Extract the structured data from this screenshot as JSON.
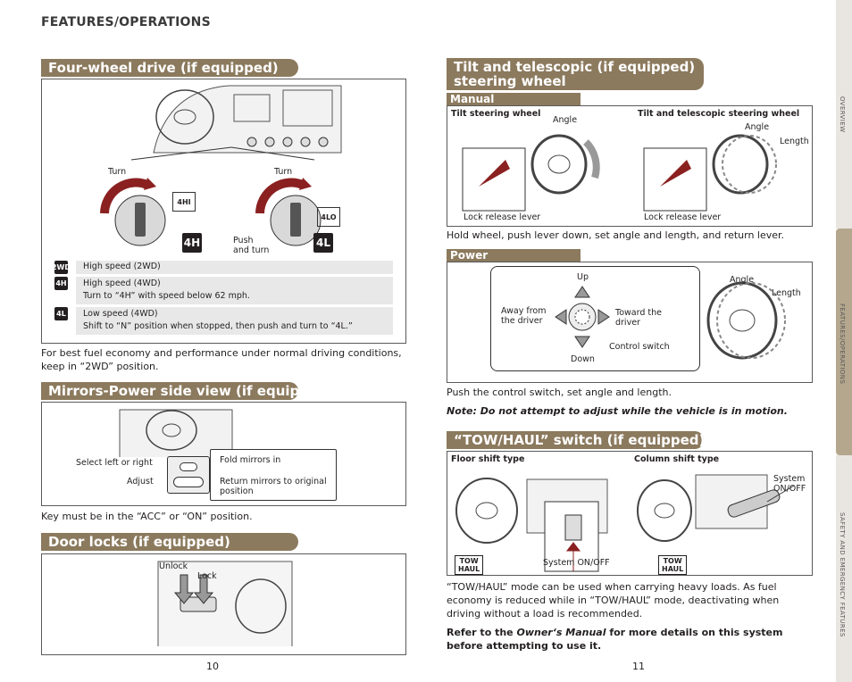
{
  "header": {
    "title": "FEATURES/OPERATIONS"
  },
  "fourwd": {
    "title": "Four-wheel drive (if equipped)",
    "turn_left": "Turn",
    "turn_right": "Turn",
    "dial_left_label": "4HI",
    "dial_right_label": "4LO",
    "push_turn": "Push\nand turn",
    "big_icon_left": "4H",
    "big_icon_right": "4L",
    "rows": [
      {
        "icon": "2WD",
        "lines": [
          "High speed (2WD)"
        ]
      },
      {
        "icon": "4H",
        "lines": [
          "High speed (4WD)",
          "Turn to “4H” with speed below 62 mph."
        ]
      },
      {
        "icon": "4L",
        "lines": [
          "Low speed (4WD)",
          "Shift to “N” position when stopped, then push and turn to “4L.”"
        ]
      }
    ],
    "note": "For best fuel economy and performance under normal driving conditions, keep in “2WD” position."
  },
  "mirrors": {
    "title": "Mirrors-Power side view (if equipped)",
    "select": "Select left or right",
    "adjust": "Adjust",
    "fold": "Fold mirrors in",
    "return": "Return mirrors to original position",
    "note": "Key must be in the “ACC” or “ON” position."
  },
  "doorlocks": {
    "title": "Door locks (if equipped)",
    "unlock": "Unlock",
    "lock": "Lock"
  },
  "tilt": {
    "title_line1": "Tilt and telescopic (if equipped)",
    "title_line2": "steering wheel",
    "manual_bar": "Manual",
    "tilt_wheel": "Tilt steering wheel",
    "tilt_tele": "Tilt and telescopic steering wheel",
    "angle1": "Angle",
    "angle2": "Angle",
    "length1": "Length",
    "lock1": "Lock release lever",
    "lock2": "Lock release lever",
    "manual_note": "Hold wheel, push lever down, set angle and length, and return lever.",
    "power_bar": "Power",
    "up": "Up",
    "down": "Down",
    "away": "Away from\nthe driver",
    "toward": "Toward the\ndriver",
    "control": "Control switch",
    "angle3": "Angle",
    "length2": "Length",
    "power_note": "Push the control switch, set angle and length.",
    "warning": "Note: Do not attempt to adjust while the vehicle is in motion."
  },
  "tow": {
    "title": "“TOW/HAUL” switch (if equipped)",
    "floor": "Floor shift type",
    "column": "Column shift type",
    "system1": "System ON/OFF",
    "system2": "System\nON/OFF",
    "tow_label": "TOW\nHAUL",
    "para": "“TOW/HAUL” mode can be used when carrying heavy loads. As fuel economy is reduced while in “TOW/HAUL” mode, deactivating when driving without a load is recommended.",
    "refer_a": "Refer to the ",
    "refer_b": "Owner‘s Manual",
    "refer_c": " for more details on this system before attempting to use it."
  },
  "pages": {
    "left": "10",
    "right": "11"
  },
  "sidebar": {
    "overview": "OVERVIEW",
    "features": "FEATURES/OPERATIONS",
    "safety": "SAFETY AND EMERGENCY FEATURES"
  },
  "colors": {
    "accent": "#8c7a5e",
    "tab_active": "#b5a78e",
    "tab_bg": "#e9e6e1"
  }
}
